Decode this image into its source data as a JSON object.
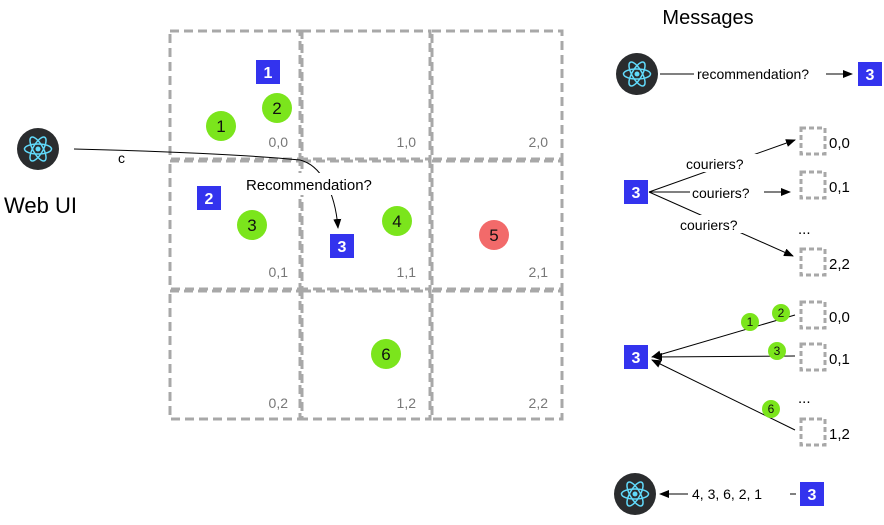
{
  "client": {
    "label": "Web UI",
    "c_label": "c",
    "request_label": "Recommendation?"
  },
  "grid": {
    "cells": [
      {
        "label": "0,0"
      },
      {
        "label": "1,0"
      },
      {
        "label": "2,0"
      },
      {
        "label": "0,1"
      },
      {
        "label": "1,1"
      },
      {
        "label": "2,1"
      },
      {
        "label": "0,2"
      },
      {
        "label": "1,2"
      },
      {
        "label": "2,2"
      }
    ],
    "requests": [
      {
        "id": "1"
      },
      {
        "id": "2"
      },
      {
        "id": "3"
      }
    ],
    "couriers": [
      {
        "id": "1",
        "status": "available"
      },
      {
        "id": "2",
        "status": "available"
      },
      {
        "id": "3",
        "status": "available"
      },
      {
        "id": "4",
        "status": "available"
      },
      {
        "id": "5",
        "status": "busy"
      },
      {
        "id": "6",
        "status": "available"
      }
    ]
  },
  "messages": {
    "title": "Messages",
    "step1": {
      "label": "recommendation?",
      "request_id": "3"
    },
    "step2": {
      "request_id": "3",
      "queries": [
        "couriers?",
        "couriers?",
        "couriers?"
      ],
      "targets": [
        "0,0",
        "0,1",
        "...",
        "2,2"
      ]
    },
    "step3": {
      "request_id": "3",
      "targets": [
        "0,0",
        "0,1",
        "...",
        "1,2"
      ],
      "couriers": [
        "1",
        "2",
        "3",
        "6"
      ]
    },
    "step4": {
      "label": "4, 3, 6, 2, 1",
      "request_id": "3"
    }
  },
  "colors": {
    "request": "#3333ee",
    "courier_available": "#7be51c",
    "courier_busy": "#f26a6a",
    "grid_line": "#a8a8a8",
    "react_bg": "#2a2c2e",
    "react_logo": "#61dafb"
  }
}
